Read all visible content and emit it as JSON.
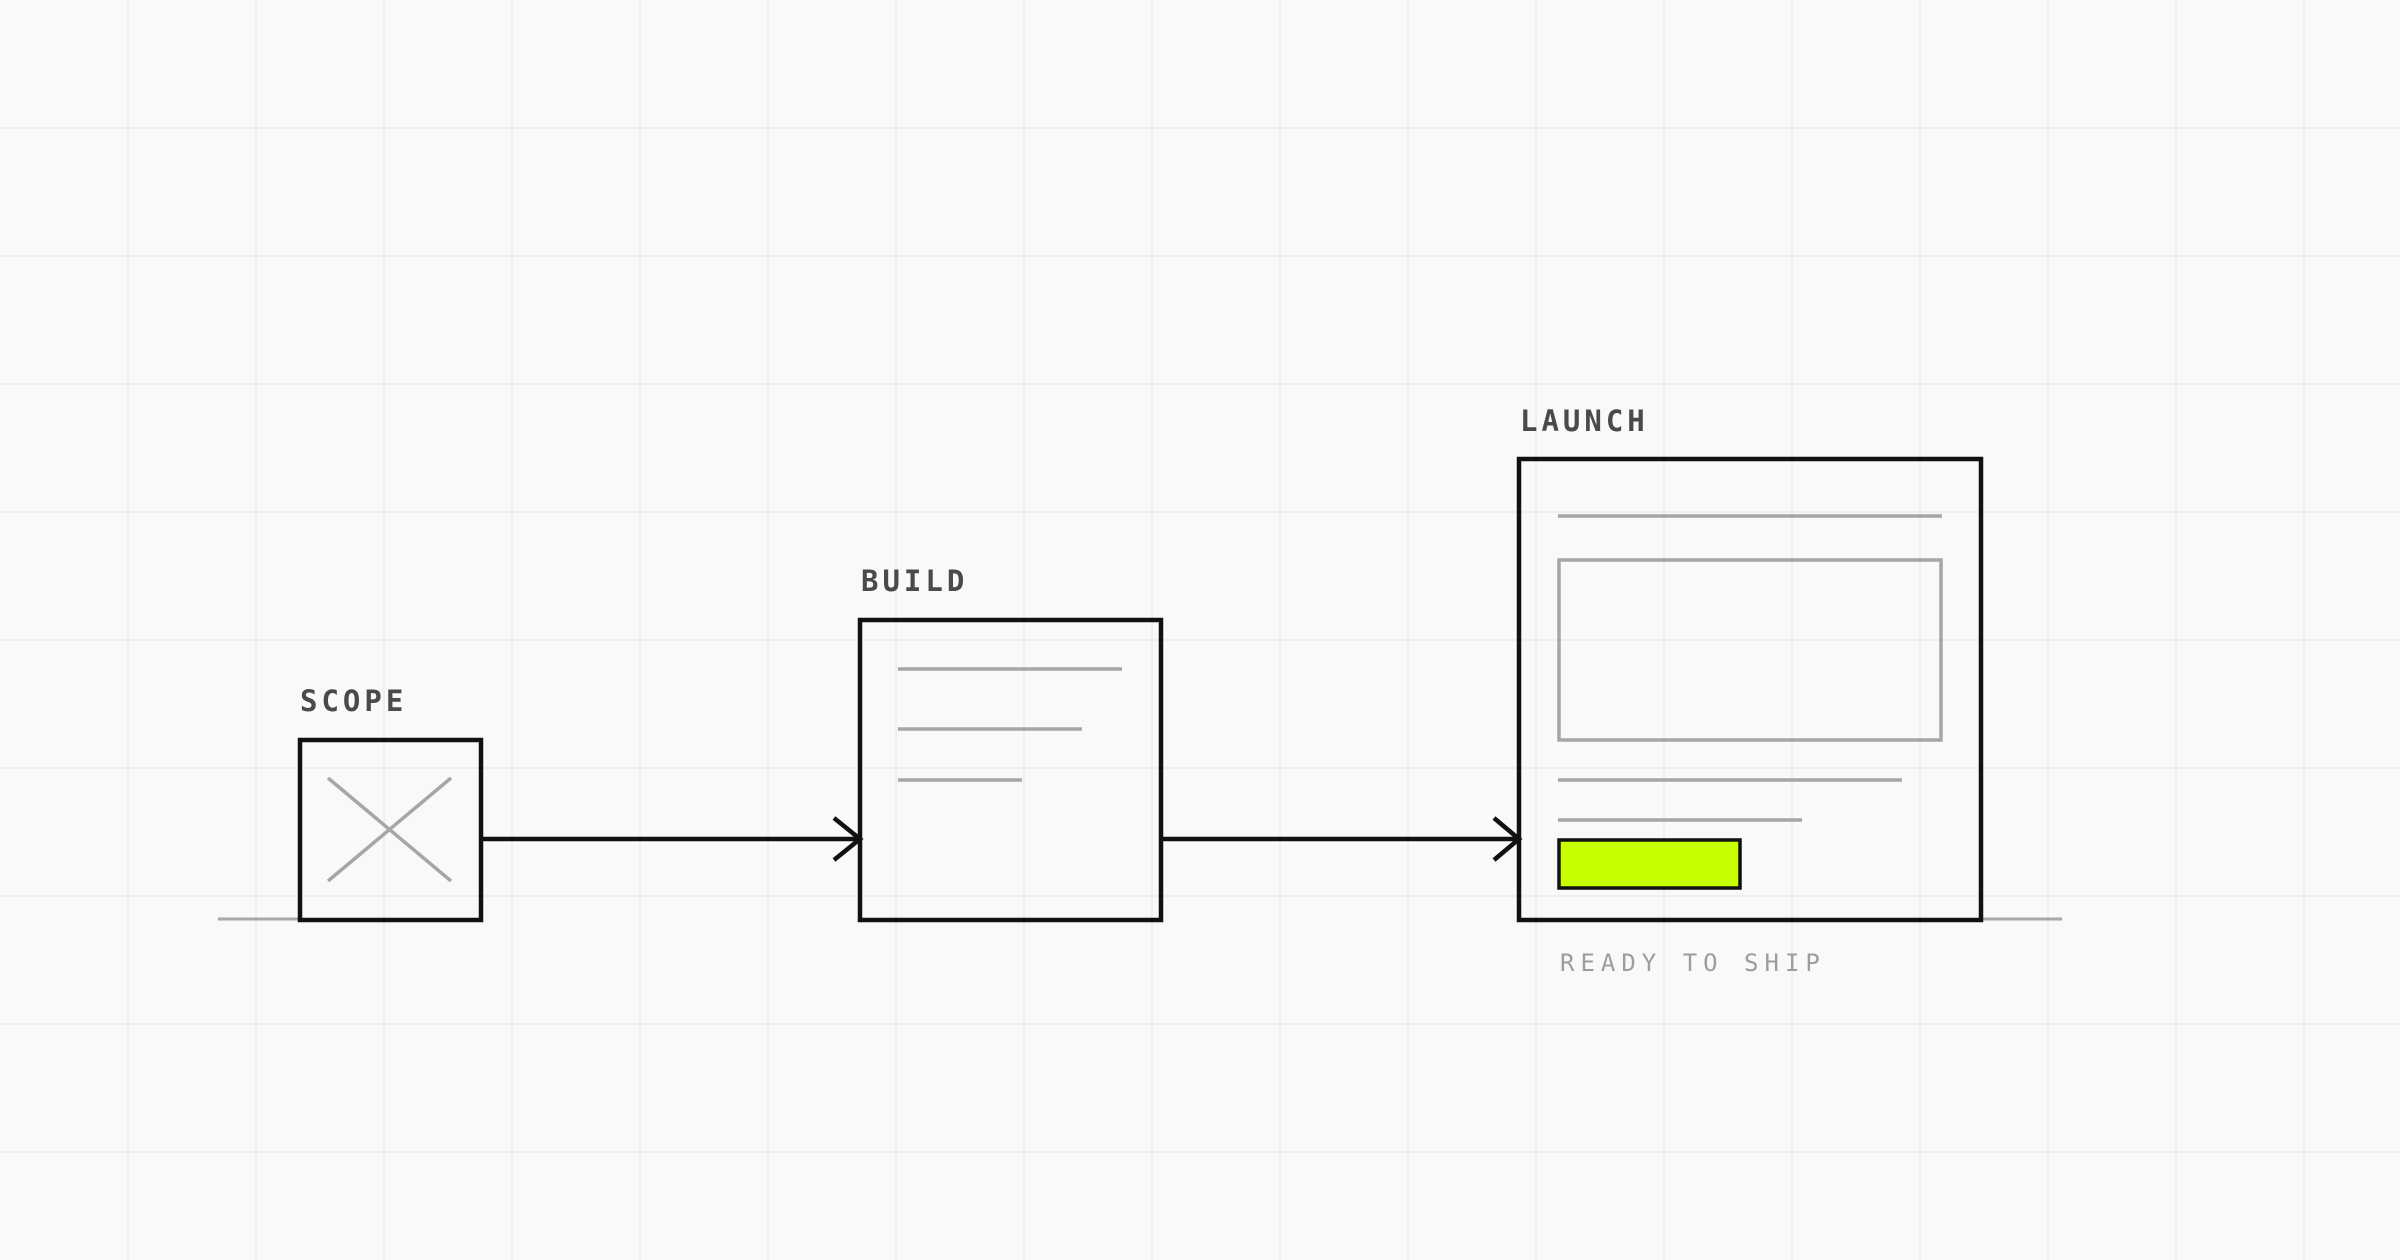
{
  "stages": [
    {
      "id": "scope",
      "label": "SCOPE"
    },
    {
      "id": "build",
      "label": "BUILD"
    },
    {
      "id": "launch",
      "label": "LAUNCH",
      "caption": "READY TO SHIP"
    }
  ],
  "colors": {
    "background": "#f9f9f9",
    "grid": "#ececec",
    "ink": "#111111",
    "muted": "#a6a6a6",
    "label": "#4a4a4a",
    "accent": "#c8ff00"
  },
  "icons": {
    "scope": "x-placeholder-icon",
    "build": "text-lines-icon",
    "launch": "page-mockup-icon"
  }
}
